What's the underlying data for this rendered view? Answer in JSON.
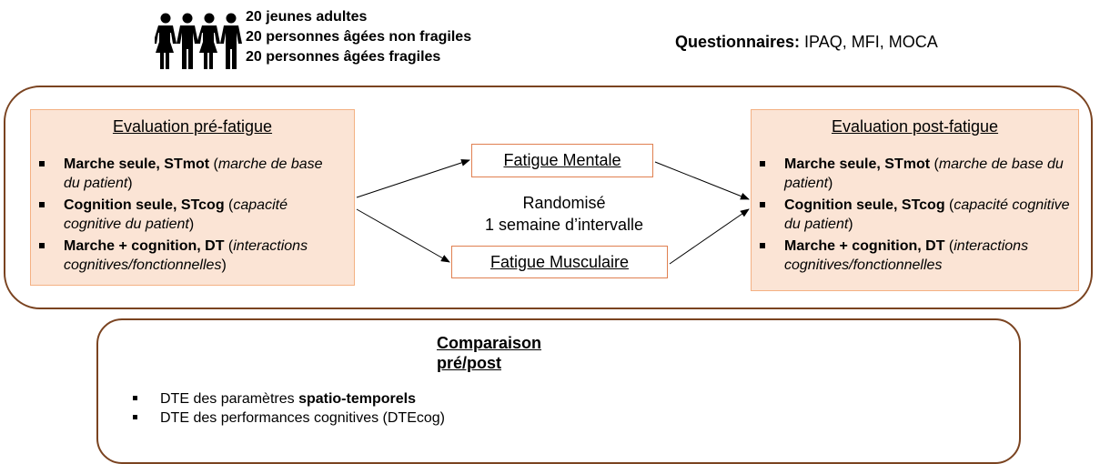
{
  "participants": {
    "icon": "people-group-icon",
    "groups": [
      "20 jeunes adultes",
      "20 personnes âgées non fragiles",
      "20 personnes âgées fragiles"
    ]
  },
  "questionnaires": {
    "label": "Questionnaires:",
    "list": "IPAQ, MFI, MOCA"
  },
  "pre_eval": {
    "title": "Evaluation pré-fatigue",
    "items": [
      {
        "bold": "Marche seule, STmot",
        "rest": " (",
        "italic": "marche de base du patient",
        "end": ")"
      },
      {
        "bold": "Cognition seule, STcog",
        "rest": " (",
        "italic": "capacité cognitive du patient",
        "end": ")"
      },
      {
        "bold": "Marche + cognition, DT",
        "rest": " (",
        "italic": "interactions cognitives/fonctionnelles",
        "end": ")"
      }
    ]
  },
  "post_eval": {
    "title": "Evaluation post-fatigue",
    "items": [
      {
        "bold": "Marche seule, STmot",
        "rest": " (",
        "italic": "marche de base du patient",
        "end": ")"
      },
      {
        "bold": "Cognition seule, STcog",
        "rest": " (",
        "italic": "capacité cognitive du patient",
        "end": ")"
      },
      {
        "bold": "Marche + cognition, DT",
        "rest": " (",
        "italic": "interactions cognitives/fonctionnelles",
        "end": ""
      }
    ]
  },
  "fatigue": {
    "mental": "Fatigue Mentale",
    "muscular": "Fatigue Musculaire"
  },
  "randomization": {
    "line1": "Randomisé",
    "line2": "1 semaine d’intervalle"
  },
  "comparison": {
    "title_line1": "Comparaison",
    "title_line2": "pré/post",
    "items": [
      {
        "text": "DTE des paramètres ",
        "bold": "spatio-temporels",
        "after": ""
      },
      {
        "text": "DTE des performances cognitives (DTEcog)",
        "bold": "",
        "after": ""
      }
    ]
  },
  "colors": {
    "frame": "#7a4320",
    "eval_fill": "#fbe4d5",
    "eval_border": "#f4b183",
    "fatigue_border": "#e08050"
  }
}
